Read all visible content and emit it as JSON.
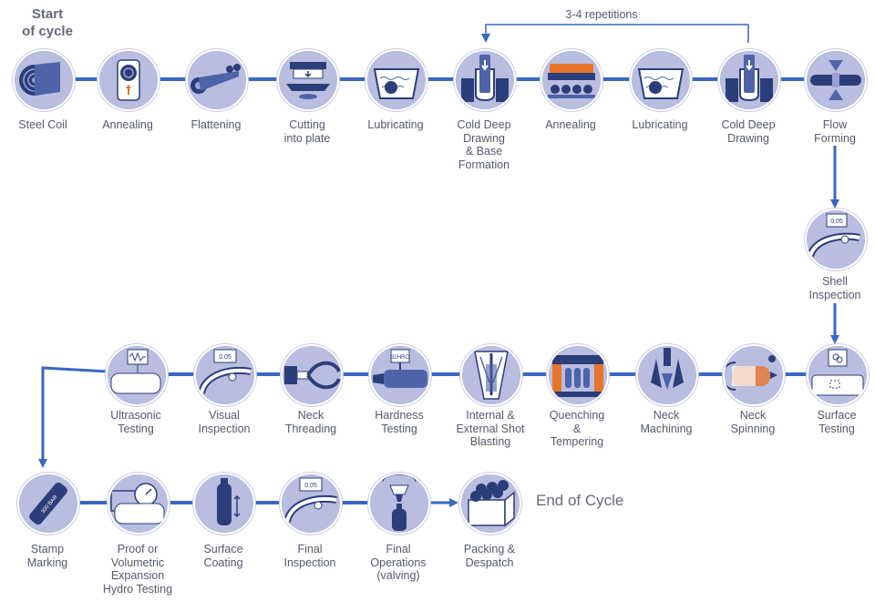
{
  "title": {
    "start": "Start\nof cycle",
    "end": "End of Cycle"
  },
  "loop_label": "3-4 repetitions",
  "colors": {
    "connector": "#3a67c4",
    "circle_fill": "#b9bde0",
    "icon_dark": "#2c3e7a",
    "label": "#55596b"
  },
  "steps": [
    {
      "label": "Steel Coil",
      "icon": "steel-coil-icon"
    },
    {
      "label": "Annealing",
      "icon": "annealing-furnace-icon"
    },
    {
      "label": "Flattening",
      "icon": "flattening-rollers-icon"
    },
    {
      "label": "Cutting\ninto plate",
      "icon": "cutting-press-icon"
    },
    {
      "label": "Lubricating",
      "icon": "lubricating-bath-icon"
    },
    {
      "label": "Cold Deep\nDrawing\n& Base\nFormation",
      "icon": "deep-drawing-icon"
    },
    {
      "label": "Annealing",
      "icon": "annealing-conveyor-icon"
    },
    {
      "label": "Lubricating",
      "icon": "lubricating-bath-icon"
    },
    {
      "label": "Cold Deep\nDrawing",
      "icon": "deep-drawing-icon"
    },
    {
      "label": "Flow\nForming",
      "icon": "flow-forming-icon"
    },
    {
      "label": "Shell\nInspection",
      "icon": "shell-inspection-icon"
    },
    {
      "label": "Surface\nTesting",
      "icon": "surface-testing-icon"
    },
    {
      "label": "Neck\nSpinning",
      "icon": "neck-spinning-icon"
    },
    {
      "label": "Neck\nMachining",
      "icon": "neck-machining-icon"
    },
    {
      "label": "Quenching\n&\nTempering",
      "icon": "quenching-icon"
    },
    {
      "label": "Internal &\nExternal Shot\nBlasting",
      "icon": "shot-blasting-icon"
    },
    {
      "label": "Hardness\nTesting",
      "icon": "hardness-testing-icon"
    },
    {
      "label": "Neck\nThreading",
      "icon": "neck-threading-icon"
    },
    {
      "label": "Visual\nInspection",
      "icon": "visual-inspection-icon"
    },
    {
      "label": "Ultrasonic\nTesting",
      "icon": "ultrasonic-testing-icon"
    },
    {
      "label": "Stamp\nMarking",
      "icon": "stamp-marking-icon"
    },
    {
      "label": "Proof or\nVolumetric\nExpansion\nHydro Testing",
      "icon": "hydro-testing-icon"
    },
    {
      "label": "Surface\nCoating",
      "icon": "surface-coating-icon"
    },
    {
      "label": "Final\nInspection",
      "icon": "final-inspection-icon"
    },
    {
      "label": "Final\nOperations\n(valving)",
      "icon": "valving-icon"
    },
    {
      "label": "Packing &\nDespatch",
      "icon": "packing-icon"
    }
  ]
}
